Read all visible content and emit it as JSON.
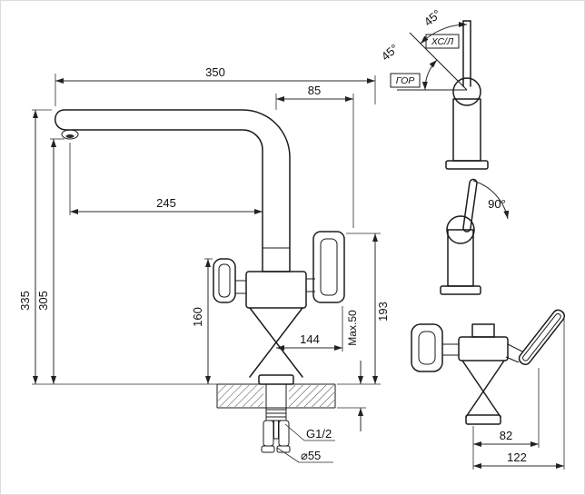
{
  "page": {
    "title": "Kitchen faucet dimensional drawing"
  },
  "main_view": {
    "dim_350": "350",
    "dim_85": "85",
    "dim_245": "245",
    "dim_335": "335",
    "dim_305": "305",
    "dim_160": "160",
    "dim_144": "144",
    "dim_193": "193",
    "dim_max50": "Max.50",
    "thread_label": "G1/2",
    "hole_label": "⌀55"
  },
  "swivel_view": {
    "angle_top": "45°",
    "angle_left": "45°",
    "flag_cold": "ХС/Л",
    "flag_hot": "ГОР"
  },
  "lever_view": {
    "angle": "90°"
  },
  "front_view": {
    "dim_82": "82",
    "dim_122": "122"
  },
  "colors": {
    "line": "#1b1b1b",
    "background": "#ffffff"
  }
}
